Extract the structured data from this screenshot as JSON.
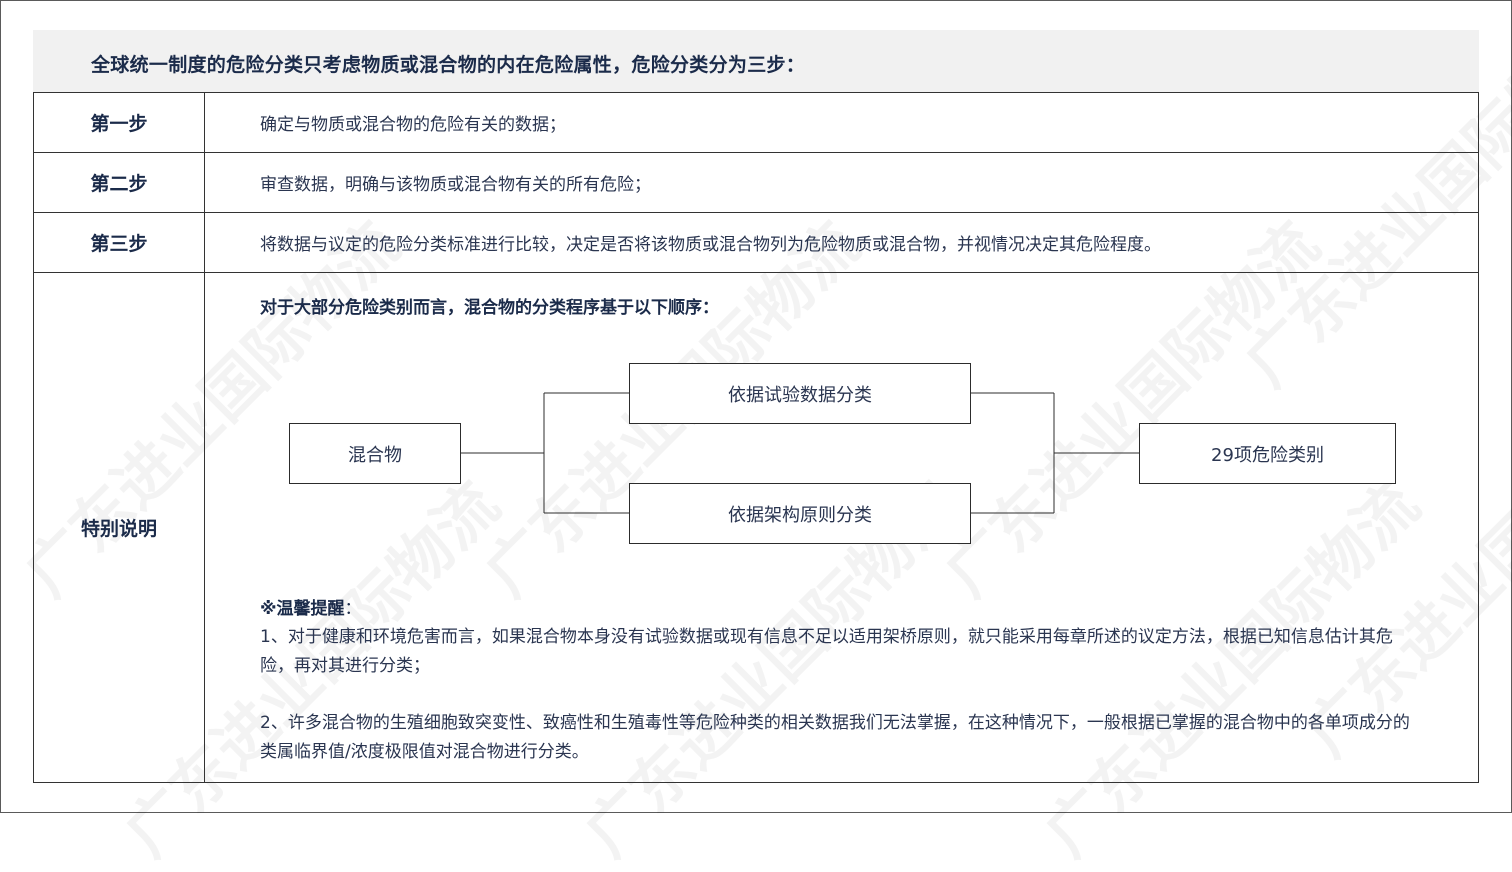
{
  "header": {
    "title": "全球统一制度的危险分类只考虑物质或混合物的内在危险属性，危险分类分为三步："
  },
  "steps": [
    {
      "label": "第一步",
      "content": "确定与物质或混合物的危险有关的数据；"
    },
    {
      "label": "第二步",
      "content": "审查数据，明确与该物质或混合物有关的所有危险；"
    },
    {
      "label": "第三步",
      "content": "将数据与议定的危险分类标准进行比较，决定是否将该物质或混合物列为危险物质或混合物，并视情况决定其危险程度。"
    }
  ],
  "special": {
    "label": "特别说明",
    "heading": "对于大部分危险类别而言，混合物的分类程序基于以下顺序：",
    "flow": {
      "source": "混合物",
      "branch_top": "依据试验数据分类",
      "branch_bottom": "依据架构原则分类",
      "target": "29项危险类别"
    },
    "tips": {
      "title_bold": "※温馨提醒",
      "title_colon": "：",
      "items": [
        "1、对于健康和环境危害而言，如果混合物本身没有试验数据或现有信息不足以适用架桥原则，就只能采用每章所述的议定方法，根据已知信息估计其危险，再对其进行分类；",
        "2、许多混合物的生殖细胞致突变性、致癌性和生殖毒性等危险种类的相关数据我们无法掌握，在这种情况下，一般根据已掌握的混合物中的各单项成分的类属临界值/浓度极限值对混合物进行分类。"
      ]
    }
  },
  "watermark": {
    "text": "广东进业国际物流"
  }
}
